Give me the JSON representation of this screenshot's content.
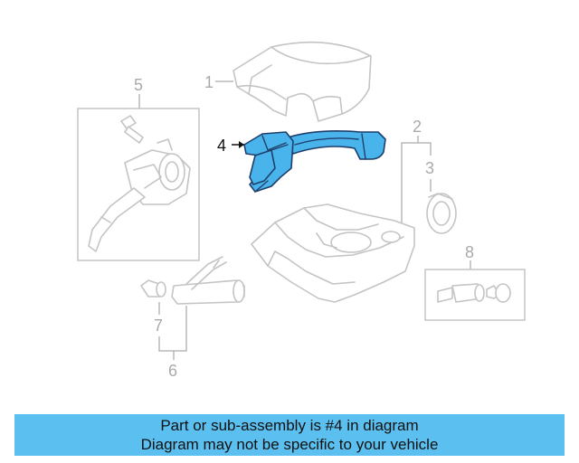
{
  "diagram": {
    "callouts": {
      "c1": "1",
      "c2": "2",
      "c3": "3",
      "c4": "4",
      "c5": "5",
      "c6": "6",
      "c7": "7",
      "c8": "8"
    },
    "highlighted_part": "4"
  },
  "colors": {
    "highlight": "#49b4ec",
    "banner": "#5bc0f0",
    "outline": "#c4c4c4"
  },
  "banner": {
    "line1": "Part or sub-assembly is #4 in diagram",
    "line2": "Diagram may not be specific to your vehicle"
  }
}
